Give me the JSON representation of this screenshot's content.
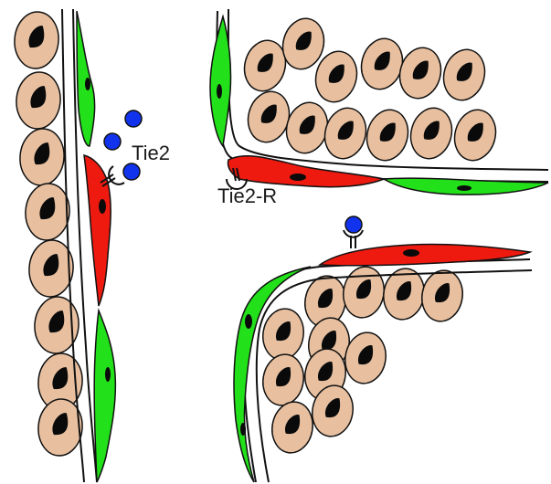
{
  "labels": {
    "ligand": "Tie2",
    "receptor": "Tie2-R"
  },
  "colors": {
    "cell_fill": "#e8c0a0",
    "nucleus": "#0a0a0a",
    "endothelial_green": "#22e01a",
    "endothelial_red": "#ee1a10",
    "ligand_blue": "#1133ee",
    "outline": "#111111"
  },
  "panels": [
    {
      "id": "left-vessel",
      "state": "ligand bound to receptor on red cell"
    },
    {
      "id": "top-right-vessel",
      "state": "receptor unbound"
    },
    {
      "id": "bottom-right-vessel",
      "state": "ligand bound to receptor"
    }
  ]
}
